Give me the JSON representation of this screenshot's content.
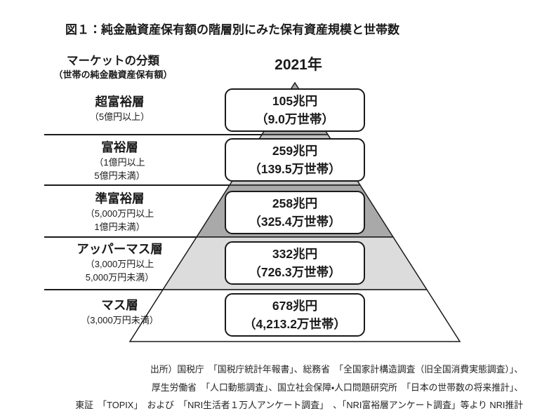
{
  "title": "図１：純金融資産保有額の階層別にみた保有資産規模と世帯数",
  "header": {
    "market_label": "マーケットの分類",
    "market_sublabel": "（世帯の純金融資産保有額）",
    "year": "2021年"
  },
  "chart_data": {
    "type": "pyramid",
    "title": "図１：純金融資産保有額の階層別にみた保有資産規模と世帯数",
    "year": "2021年",
    "unit_assets": "兆円",
    "unit_households": "万世帯",
    "stroke_color": "#1a1a1a",
    "tiers": [
      {
        "name": "超富裕層",
        "range": "（5億円以上）",
        "assets_label": "105兆円",
        "households_label": "（9.0万世帯）",
        "assets_trillion_yen": 105,
        "households_10k": 9.0,
        "fill": "#a8a8a8"
      },
      {
        "name": "富裕層",
        "range": "（1億円以上\n5億円未満）",
        "assets_label": "259兆円",
        "households_label": "（139.5万世帯）",
        "assets_trillion_yen": 259,
        "households_10k": 139.5,
        "fill": "#c3c3c3"
      },
      {
        "name": "準富裕層",
        "range": "（5,000万円以上\n1億円未満）",
        "assets_label": "258兆円",
        "households_label": "（325.4万世帯）",
        "assets_trillion_yen": 258,
        "households_10k": 325.4,
        "fill": "#a9a9a9"
      },
      {
        "name": "アッパーマス層",
        "range": "（3,000万円以上\n5,000万円未満）",
        "assets_label": "332兆円",
        "households_label": "（726.3万世帯）",
        "assets_trillion_yen": 332,
        "households_10k": 726.3,
        "fill": "#dcdcdc"
      },
      {
        "name": "マス層",
        "range": "（3,000万円未満）",
        "assets_label": "678兆円",
        "households_label": "（4,213.2万世帯）",
        "assets_trillion_yen": 678,
        "households_10k": 4213.2,
        "fill": "#ffffff"
      }
    ]
  },
  "footer": {
    "lines": [
      "出所）国税庁　「国税庁統計年報書」、総務省　「全国家計構造調査（旧全国消費実態調査）」、",
      "厚生労働省　「人口動態調査」、国立社会保障・人口問題研究所　「日本の世帯数の将来推計」、",
      "東証　「TOPIX」　および　「NRI生活者１万人アンケート調査」　、「NRI富裕層アンケート調査」等より NRI推計"
    ]
  }
}
